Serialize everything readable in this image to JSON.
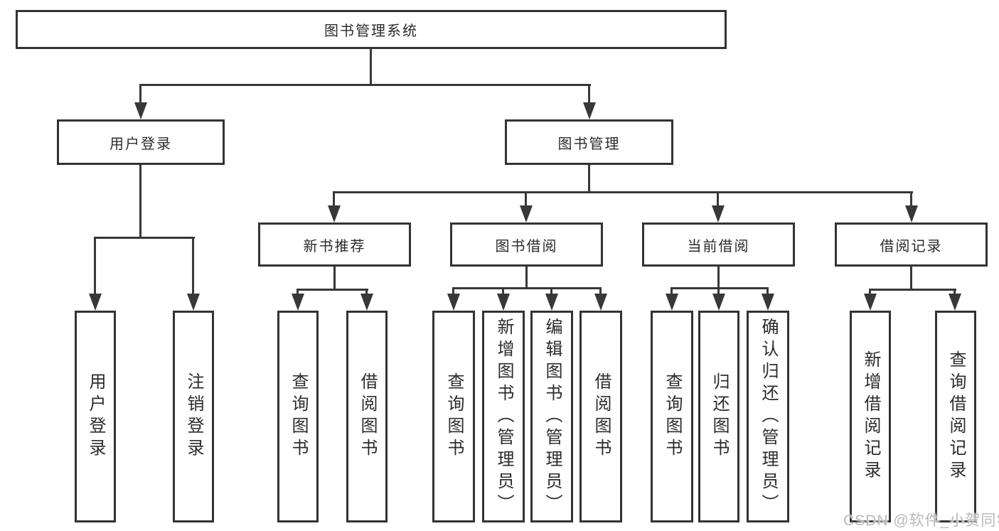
{
  "colors": {
    "line": "#383838",
    "box_border": "#333333",
    "text": "#2b2b2b",
    "background": "#ffffff",
    "watermark": "#b9b9b9"
  },
  "tree": {
    "root": {
      "label": "图书管理系统"
    },
    "children": [
      {
        "label": "用户登录",
        "children": [
          {
            "label": "用户登录"
          },
          {
            "label": "注销登录"
          }
        ]
      },
      {
        "label": "图书管理",
        "children": [
          {
            "label": "新书推荐",
            "children": [
              {
                "label": "查询图书"
              },
              {
                "label": "借阅图书"
              }
            ]
          },
          {
            "label": "图书借阅",
            "children": [
              {
                "label": "查询图书"
              },
              {
                "label": "新增图书（管理员）"
              },
              {
                "label": "编辑图书（管理员）"
              },
              {
                "label": "借阅图书"
              }
            ]
          },
          {
            "label": "当前借阅",
            "children": [
              {
                "label": "查询图书"
              },
              {
                "label": "归还图书"
              },
              {
                "label": "确认归还（管理员）"
              }
            ]
          },
          {
            "label": "借阅记录",
            "children": [
              {
                "label": "新增借阅记录"
              },
              {
                "label": "查询借阅记录"
              }
            ]
          }
        ]
      }
    ]
  },
  "watermark": {
    "text": "CSDN @软件_小贺同学"
  }
}
